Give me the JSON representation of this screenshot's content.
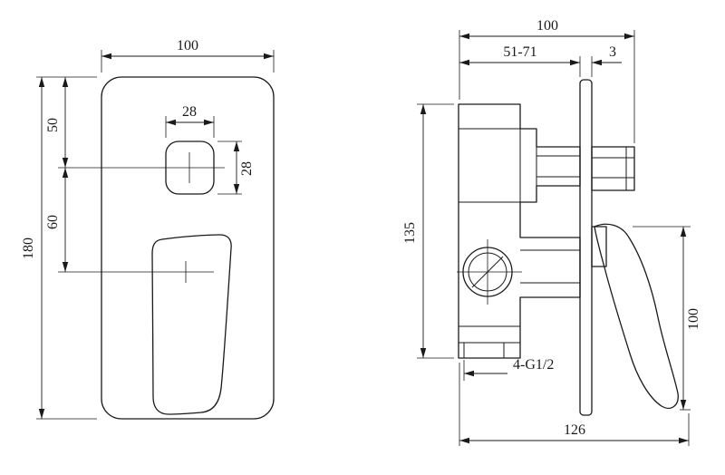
{
  "front_view": {
    "plate_width": "100",
    "plate_height": "180",
    "button_width": "28",
    "button_height": "28",
    "top_to_button_center": "50",
    "button_to_handle_center": "60"
  },
  "side_view": {
    "overall_depth": "100",
    "rough_in_range": "51-71",
    "trim_thickness": "3",
    "body_height": "135",
    "handle_length": "100",
    "port_thread": "4-G1/2",
    "overall_projection": "126"
  }
}
